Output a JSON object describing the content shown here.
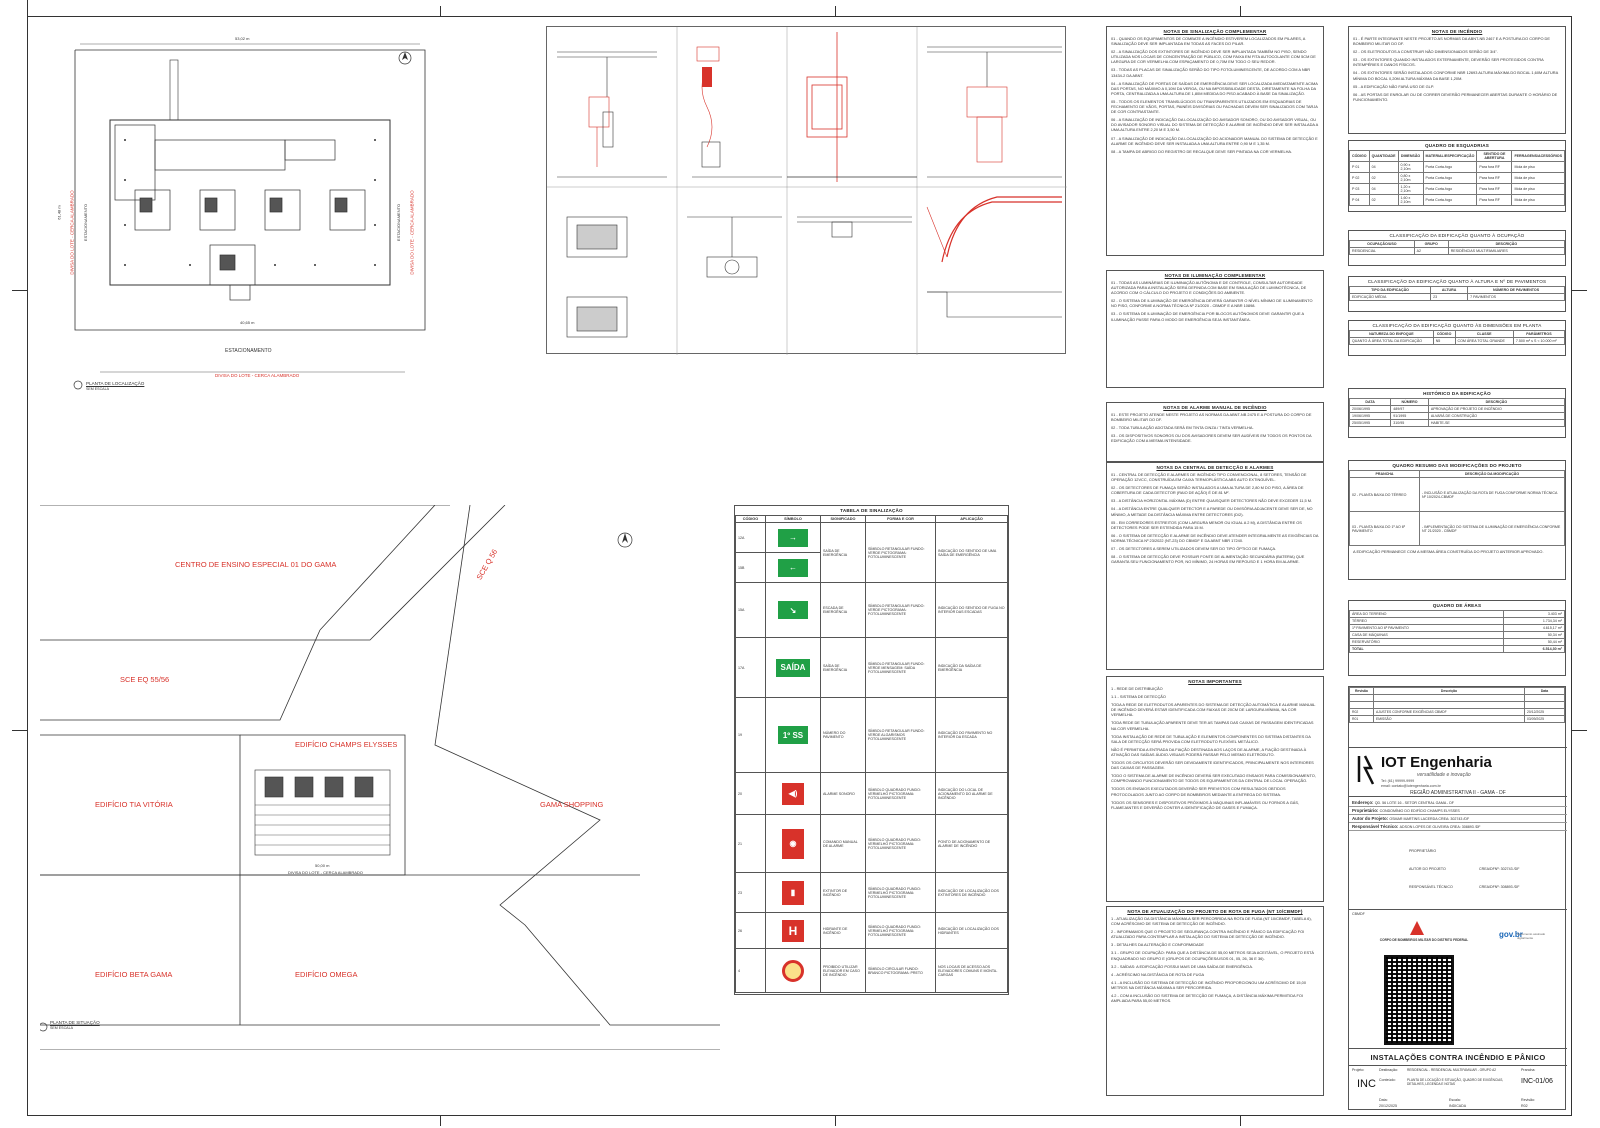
{
  "site_plan": {
    "width_top": "53,02 m",
    "width_bottom": "40,65 m",
    "height": "61,48 m",
    "left_label": "DIVISA DO LOTE - CERCA ALAMBRADO",
    "right_label": "DIVISA DO LOTE - CERCA ALAMBRADO",
    "left_parking": "ESTACIONAMENTO",
    "right_parking": "ESTACIONAMENTO",
    "bottom_parking": "ESTACIONAMENTO",
    "bottom_label": "DIVISA DO LOTE - CERCA ALAMBRADO",
    "caption": "PLANTA DE LOCALIZAÇÃO",
    "caption_scale": "SEM ESCALA"
  },
  "location_plan": {
    "centro": "CENTRO DE ENSINO ESPECIAL 01 DO GAMA",
    "sce_q": "SCE Q 56",
    "sce_eq": "SCE EQ 55/56",
    "champs": "EDIFÍCIO CHAMPS ELYSSES",
    "tia_vitoria": "EDIFÍCIO TIA VITÓRIA",
    "gama_shopping": "GAMA SHOPPING",
    "beta_gama": "EDIFÍCIO BETA GAMA",
    "omega": "EDIFÍCIO OMEGA",
    "dim_bottom": "50,00 m",
    "divisa": "DIVISA DO LOTE - CERCA ALAMBRADO",
    "caption": "PLANTA DE SITUAÇÃO",
    "caption_scale": "SEM ESCALA"
  },
  "signal_table": {
    "title": "TABELA DE SINALIZAÇÃO",
    "headers": [
      "CÓDIGO",
      "SÍMBOLO",
      "SIGNIFICADO",
      "FORMA E COR",
      "APLICAÇÃO"
    ],
    "rows": [
      {
        "code": "12A",
        "symbol": "→",
        "meaning": "SAÍDA DE EMERGÊNCIA",
        "form": "SÍMBOLO RETANGULAR FUNDO: VERDE PICTOGRAMA: FOTOLUMINESCENTE",
        "app": "INDICAÇÃO DO SENTIDO DE UMA SAÍDA DE EMERGÊNCIA"
      },
      {
        "code": "15B",
        "symbol": "←",
        "meaning": "",
        "form": "",
        "app": ""
      },
      {
        "code": "15A",
        "symbol": "↘",
        "meaning": "ESCADA DE EMERGÊNCIA",
        "form": "SÍMBOLO RETANGULAR FUNDO: VERDE PICTOGRAMA: FOTOLUMINESCENTE",
        "app": "INDICAÇÃO DO SENTIDO DE FUGA NO INTERIOR DAS ESCADAS"
      },
      {
        "code": "17A",
        "symbol": "SAÍDA",
        "meaning": "SAÍDA DE EMERGÊNCIA",
        "form": "SÍMBOLO RETANGULAR FUNDO: VERDE MENSAGEM: SAÍDA FOTOLUMINESCENTE",
        "app": "INDICAÇÃO DA SAÍDA DE EMERGÊNCIA"
      },
      {
        "code": "19",
        "symbol": "1º SS",
        "meaning": "NÚMERO DO PAVIMENTO",
        "form": "SÍMBOLO RETANGULAR FUNDO: VERDE ALGARISMOS FOTOLUMINESCENTE",
        "app": "INDICAÇÃO DO PAVIMENTO NO INTERIOR DA ESCADA"
      },
      {
        "code": "20",
        "symbol": "",
        "meaning": "ALARME SONORO",
        "form": "SÍMBOLO QUADRADO FUNDO: VERMELHO PICTOGRAMA: FOTOLUMINESCENTE",
        "app": "INDICAÇÃO DO LOCAL DE ACIONAMENTO DO ALARME DE INCÊNDIO"
      },
      {
        "code": "21",
        "symbol": "",
        "meaning": "COMANDO MANUAL DE ALARME",
        "form": "SÍMBOLO QUADRADO FUNDO: VERMELHO PICTOGRAMA: FOTOLUMINESCENTE",
        "app": "PONTO DE ACIONAMENTO DE ALARME DE INCÊNDIO"
      },
      {
        "code": "23",
        "symbol": "",
        "meaning": "EXTINTOR DE INCÊNDIO",
        "form": "SÍMBOLO QUADRADO FUNDO: VERMELHO PICTOGRAMA: FOTOLUMINESCENTE",
        "app": "INDICAÇÃO DE LOCALIZAÇÃO DOS EXTINTORES DE INCÊNDIO"
      },
      {
        "code": "26",
        "symbol": "H",
        "meaning": "HIDRANTE DE INCÊNDIO",
        "form": "SÍMBOLO QUADRADO FUNDO: VERMELHO PICTOGRAMA: FOTOLUMINESCENTE",
        "app": "INDICAÇÃO DE LOCALIZAÇÃO DOS HIDRANTES"
      },
      {
        "code": "4",
        "symbol": "",
        "meaning": "PROIBIDO UTILIZAR ELEVADOR EM CASO DE INCÊNDIO",
        "form": "SÍMBOLO CIRCULAR FUNDO: BRANCO PICTOGRAMA: PRETO",
        "app": "NOS LOCAIS DE ACESSO AOS ELEVADORES COMUNS E MONTA-CARGAS"
      }
    ]
  },
  "notes_sinalizacao": {
    "title": "NOTAS DE SINALIZAÇÃO COMPLEMENTAR",
    "items": [
      "01 - QUANDO OS EQUIPAMENTOS DE COMBATE A INCÊNDIO ESTIVEREM LOCALIZADOS EM PILARES, A SINALIZAÇÃO DEVE SER IMPLANTADA EM TODAS AS FACES DO PILAR.",
      "02 - A SINALIZAÇÃO DOS EXTINTORES DE INCÊNDIO DEVE SER IMPLANTADA TAMBÉM NO PISO, SENDO UTILIZADA NOS LOCAIS DE CONCENTRAÇÃO DE PÚBLICO, COM FAIXA EM FITA AUTOCOLANTE COM 5CM DE LARGURA DE COR VERMELHA COM ESPAÇAMENTO DE 0,70M EM TODO O SEU REDOR.",
      "03 - TODAS AS PLACAS DE SINALIZAÇÃO SERÃO DO TIPO FOTOLUMINESCENTE, DE ACORDO COM A NBR 13434-2 DA ABNT.",
      "04 - A SINALIZAÇÃO DE PORTAS DE SAÍDAS DE EMERGÊNCIA DEVE SER LOCALIZADA IMEDIATAMENTE ACIMA DAS PORTAS, NO MÁXIMO A 0,10M DA VERGA, OU NA IMPOSSIBILIDADE DESTA, DIRETAMENTE NA FOLHA DA PORTA, CENTRALIZADA A UMA ALTURA DE 1,80M MEDIDA DO PISO ACABADO À BASE DA SINALIZAÇÃO.",
      "05 - TODOS OS ELEMENTOS TRANSLÚCIDOS OU TRANSPARENTES UTILIZADOS EM ESQUADRIAS DE FECHAMENTO DE VÃOS, PORTAS, PAINÉIS DIVISÓRIAS OU FACHADAS DEVEM SER SINALIZADOS COM TARJA DE COR CONTRASTANTE.",
      "06 - A SINALIZAÇÃO DE INDICAÇÃO DA LOCALIZAÇÃO DO AVISADOR SONORO, OU DO AVISADOR VISUAL, OU DO AVISADOR SONORO VISUAL DO SISTEMA DE DETECÇÃO E ALARME DE INCÊNDIO DEVE SER INSTALADA A UMA ALTURA ENTRE 2,20 M E 3,50 M.",
      "07 - A SINALIZAÇÃO DE INDICAÇÃO DA LOCALIZAÇÃO DO ACIONADOR MANUAL DO SISTEMA DE DETECÇÃO E ALARME DE INCÊNDIO DEVE SER INSTALADA A UMA ALTURA ENTRE 0,90 M E 1,35 M.",
      "08 - A TAMPA DE ABRIGO DO REGISTRO DE RECALQUE DEVE SER PINTADA NA COR VERMELHA."
    ]
  },
  "notes_iluminacao": {
    "title": "NOTAS DE ILUMINAÇÃO COMPLEMENTAR",
    "items": [
      "01 - TODAS AS LUMINÁRIAS DE ILUMINAÇÃO AUTÔNOMA E DE CONTROLE, CONSULTAR AUTORIDADE AUTORIZADA PARA A INSTALAÇÃO SERÁ DEFINIDA COM BASE EM SIMULAÇÃO DE LUMINOTÉCNICA, DE ACORDO COM O CÁLCULO DO PROJETO E CONDIÇÕES DO AMBIENTE.",
      "02 - O SISTEMA DE ILUMINAÇÃO DE EMERGÊNCIA DEVERÁ GARANTIR O NÍVEL MÍNIMO DE ILUMINAMENTO NO PISO, CONFORME A NORMA TÉCNICA Nº 21/2020 - CBMDF E A NBR 10898.",
      "03 - O SISTEMA DE ILUMINAÇÃO DE EMERGÊNCIA POR BLOCOS AUTÔNOMOS DEVE GARANTIR QUE A ILUMINAÇÃO PASSE PARA O MODO DE EMERGÊNCIA SEJA INSTANTÂNEA."
    ]
  },
  "notes_alarme": {
    "title": "NOTAS DE ALARME MANUAL DE INCÊNDIO",
    "items": [
      "01 - ESTE PROJETO ATENDE NESTE PROJETO AS NORMAS DA ABNT-NB 2475 E A POSTURA DO CORPO DE BOMBEIRO MILITAR DO DF.",
      "02 - TODA TUBULAÇÃO ADOTADA SERÁ EM TINTA CINZA / TINTA VERMELHA.",
      "03 - OS DISPOSITIVOS SONOROS OU DOS AVISADORES DEVEM SER AUDÍVEIS EM TODOS OS PONTOS DA EDIFICAÇÃO COM A MESMA INTENSIDADE."
    ]
  },
  "notes_central": {
    "title": "NOTAS DA CENTRAL DE DETECÇÃO E ALARMES",
    "items": [
      "01 - CENTRAL DE DETECÇÃO E ALARMES DE INCÊNDIO TIPO CONVENCIONAL, 8 SETORES, TENSÃO DE OPERAÇÃO 12VCC, CONSTRUÍDA EM CAIXA TERMOPLÁSTICA ABS AUTO EXTINGUÍVEL.",
      "02 - OS DETECTORES DE FUMAÇA SERÃO INSTALADOS A UMA ALTURA DE 2,80 M DO PISO, A ÁREA DE COBERTURA DE CADA DETECTOR (RAIO DE AÇÃO) É DE 81 M².",
      "03 - A DISTÂNCIA HORIZONTAL MÁXIMA (D) ENTRE QUAISQUER DETECTORES NÃO DEVE EXCEDER 11,5 M.",
      "04 - A DISTÂNCIA ENTRE QUALQUER DETECTOR E A PAREDE OU DIVISÓRIA ADJACENTE DEVE SER DE, NO MÍNIMO, A METADE DA DISTÂNCIA MÁXIMA ENTRE DETECTORES (D/2).",
      "05 - EM CORREDORES ESTREITOS (COM LARGURA MENOR OU IGUAL A 2 M), A DISTÂNCIA ENTRE OS DETECTORES PODE SER ESTENDIDA PARA 15 M.",
      "06 - O SISTEMA DE DETECÇÃO E ALARME DE INCÊNDIO DEVE ATENDER INTEGRALMENTE AS EXIGÊNCIAS DA NORMA TÉCNICA Nº 23/2022 (NT-23) DO CBMDF E DA ABNT NBR 17240.",
      "07 - OS DETECTORES A SEREM UTILIZADOS DEVEM SER DO TIPO ÓPTICO DE FUMAÇA.",
      "08 - O SISTEMA DE DETECÇÃO DEVE POSSUIR FONTE DE ALIMENTAÇÃO SECUNDÁRIA (BATERIA) QUE GARANTA SEU FUNCIONAMENTO POR, NO MÍNIMO, 24 HORAS EM REPOUSO E 1 HORA EM ALARME."
    ]
  },
  "notes_importantes": {
    "title": "NOTAS IMPORTANTES",
    "items": [
      "1 - REDE DE DISTRIBUIÇÃO",
      "1.1 - SISTEMA DE DETECÇÃO",
      "TODA A REDE DE ELETRODUTOS APARENTES DO SISTEMA DE DETECÇÃO AUTOMÁTICA E ALARME MANUAL DE INCÊNDIO DEVERÁ ESTAR IDENTIFICADA COM FAIXAS DE 20CM DE LARGURA MÍNIMA, NA COR VERMELHA.",
      "TODA REDE DE TUBULAÇÃO APARENTE DEVE TER AS TAMPAS DAS CAIXAS DE PASSAGEM IDENTIFICADAS NA COR VERMELHA.",
      "TODA INSTALAÇÃO DE REDE DE TUBULAÇÃO E ELEMENTOS COMPONENTES DO SISTEMA DISTANTES DA SALA DE DETECÇÃO SERÁ PROVIDA COM ELETRODUTO FLEXÍVEL METÁLICO.",
      "NÃO É PERMITIDA A ENTRADA DA FIAÇÃO DESTINADA AOS LAÇOS DE ALARME, A FIAÇÃO DESTINADA À ATIVAÇÃO DAS SAÍDAS ÁUDIO-VISUAIS PODERÁ PASSAR PELO MESMO ELETRODUTO.",
      "TODOS OS CIRCUITOS DEVERÃO SER DEVIDAMENTE IDENTIFICADOS, PRINCIPALMENTE NOS INTERIORES DAS CAIXAS DE PASSAGEM.",
      "TODO O SISTEMA DE ALARME DE INCÊNDIO DEVERÁ SER EXECUTADO ENSAIOS PARA COMISSIONAMENTO, COMPROVANDO FUNCIONAMENTO DE TODOS OS EQUIPAMENTOS DA CENTRAL DE LOCAL OPERAÇÃO.",
      "TODOS OS ENSAIOS EXECUTADOS DEVERÃO SER PREVISTOS COM RESULTADOS OBTIDOS PROTOCOLADOS JUNTO AO CORPO DE BOMBEIROS MEDIANTE A ENTREGA DO SISTEMA.",
      "TODOS OS SENSORES E DISPOSITIVOS PRÓXIMOS À MÁQUINAS INFLAMÁVEIS OU FORNOS A GÁS, FLAMEJANTES E DEVERÃO CONTER A IDENTIFICAÇÃO DE GASES E FUMAÇA."
    ]
  },
  "notes_rota": {
    "title": "NOTA DE ATUALIZAÇÃO DO PROJETO DE ROTA DE FUGA (NT 10/CBMDF)",
    "items": [
      "1 - ATUALIZAÇÃO DA DISTÂNCIA MÁXIMA A SER PERCORRIDA NA ROTA DE FUGA (NT 10/CBMDF, TABELA 6), COM ACRÉSCIMO DE SISTEMA DE DETECÇÃO DE INCÊNDIO.",
      "2 - INFORMAMOS QUE O PROJETO DE SEGURANÇA CONTRA INCÊNDIO E PÂNICO DA EDIFICAÇÃO FOI ATUALIZADO PARA CONTEMPLAR A INSTALAÇÃO DO SISTEMA DE DETECÇÃO DE INCÊNDIO.",
      "3 - DETALHES DA ALTERAÇÃO E CONFORMIDADE",
      "3.1 - GRUPO DE OCUPAÇÃO: PARA QUE A DISTÂNCIA DE 55,00 METROS SEJA ACEITÁVEL, O PROJETO ESTÁ ENQUADRADO NO GRUPO E (GRUPOS DE OCUPAÇÕES/USOS 01, 05, 26, 36 E 36).",
      "3.2 - SAÍDAS: A EDIFICAÇÃO POSSUI MAIS DE UMA SAÍDA DE EMERGÊNCIA.",
      "4 - ACRÉSCIMO NA DISTÂNCIA DE ROTA DE FUGA",
      "4.1 - A INCLUSÃO DO SISTEMA DE DETECÇÃO DE INCÊNDIO PROPORCIONOU UM ACRÉSCIMO DE 15,00 METROS NA DISTÂNCIA MÁXIMA A SER PERCORRIDA.",
      "4.2 - COM A INCLUSÃO DO SISTEMA DE DETECÇÃO DE FUMAÇA, A DISTÂNCIA MÁXIMA PERMITIDA FOI AMPLIADA PARA 55,00 METROS."
    ]
  },
  "notes_incendio": {
    "title": "NOTAS DE INCÊNDIO",
    "items": [
      "01 - É PARTE INTEGRANTE NESTE PROJETO AS NORMAS DA ABNT-NB 2467 E A POSTURA DO CORPO DE BOMBEIRO MILITAR DO DF.",
      "02 - OS ELETRODUTOS A CONSTRUIR NÃO DIMENSIONADOS SERÃO DE 3/4\".",
      "03 - OS EXTINTORES QUANDO INSTALADOS EXTERNAMENTE, DEVERÃO SER PROTEGIDOS CONTRA INTEMPÉRIES E DANOS FÍSICOS.",
      "04 - OS EXTINTORES SERÃO INSTALADOS CONFORME NBR 12693 ALTURA MÁXIMA DO BOCAL 1,60M ALTURA MÍNIMA DO BOCAL 0,20M ALTURA MÁXIMA DA BASE 1,20M.",
      "05 - A EDIFICAÇÃO NÃO FARÁ USO DE GLP.",
      "06 - AS PORTAS DE ENROLAR OU DE CORRER DEVERÃO PERMANECER ABERTAS DURANTE O HORÁRIO DE FUNCIONAMENTO."
    ]
  },
  "esquadrias": {
    "title": "QUADRO DE ESQUADRIAS",
    "headers": [
      "CÓDIGO",
      "QUANTIDADE",
      "DIMENSÃO",
      "MATERIAL/ESPECIFICAÇÃO",
      "SENTIDO DE ABERTURA",
      "FERRAGENS/ACESSÓRIOS"
    ],
    "rows": [
      [
        "P 01",
        "04",
        "0,90 x 2,10m",
        "Porta Corta-fogo",
        "Para fora RF",
        "Mola de piso"
      ],
      [
        "P 02",
        "02",
        "0,80 x 2,10m",
        "Porta Corta-fogo",
        "Para fora RF",
        "Mola de piso"
      ],
      [
        "P 03",
        "04",
        "1,20 x 2,10m",
        "Porta Corta-fogo",
        "Para fora RF",
        "Mola de piso"
      ],
      [
        "P 04",
        "02",
        "1,60 x 2,10m",
        "Porta Corta-fogo",
        "Para fora RF",
        "Mola de piso"
      ]
    ]
  },
  "ocupacao": {
    "title": "CLASSIFICAÇÃO DA EDIFICAÇÃO QUANTO À OCUPAÇÃO",
    "headers": [
      "OCUPAÇÃO/USO",
      "GRUPO",
      "DESCRIÇÃO"
    ],
    "row": [
      "RESIDENCIAL",
      "A2",
      "RESIDÊNCIAS MULTIFAMILIARES"
    ]
  },
  "altura": {
    "title": "CLASSIFICAÇÃO DA EDIFICAÇÃO QUANTO À ALTURA E Nº DE PAVIMENTOS",
    "headers": [
      "TIPO DA EDIFICAÇÃO",
      "ALTURA",
      "NÚMERO DE PAVIMENTOS"
    ],
    "row": [
      "EDIFICAÇÃO MÉDIA",
      "23",
      "7 PAVIMENTOS"
    ]
  },
  "dimensoes": {
    "title": "CLASSIFICAÇÃO DA EDIFICAÇÃO QUANTO ÀS DIMENSÕES EM PLANTA",
    "headers": [
      "NATUREZA DO ENFOQUE",
      "CÓDIGO",
      "CLASSE",
      "PARÂMETROS"
    ],
    "row": [
      "QUANTO À ÁREA TOTAL DA EDIFICAÇÃO",
      "N5",
      "COM ÁREA TOTAL GRANDE",
      "7.500 m² ≤ S < 10.000 m²"
    ]
  },
  "historico": {
    "title": "HISTÓRICO DA EDIFICAÇÃO",
    "headers": [
      "DATA",
      "NÚMERO",
      "DESCRIÇÃO"
    ],
    "rows": [
      [
        "20/06/1995",
        "489/97",
        "APROVAÇÃO DE PROJETO DE INCÊNDIO"
      ],
      [
        "19/06/1995",
        "91/1995",
        "ALVARÁ DE CONSTRUÇÃO"
      ],
      [
        "25/05/1995",
        "310/95",
        "HABITE-SE"
      ]
    ]
  },
  "modificacoes": {
    "title": "QUADRO RESUMO DAS MODIFICAÇÕES DO PROJETO",
    "headers": [
      "PRANCHA",
      "DESCRIÇÃO DA MODIFICAÇÃO"
    ],
    "rows": [
      [
        "02 - PLANTA BAIXA DO TÉRREO",
        "- INCLUSÃO E ATUALIZAÇÃO DA ROTA DE FUGA CONFORME NORMA TÉCNICA Nº 10/2024-CBMDF"
      ],
      [
        "03 - PLANTA BAIXA DO 1º AO 6º PAVIMENTO",
        "- IMPLEMENTAÇÃO DO SISTEMA DE ILUMINAÇÃO DE EMERGÊNCIA CONFORME NT 21/2020 - CBMDF"
      ]
    ],
    "footnote": "A EDIFICAÇÃO PERMANECE COM A MESMA ÁREA CONSTRUÍDA DO PROJETO ANTERIOR APROVADO."
  },
  "areas": {
    "title": "QUADRO DE ÁREAS",
    "rows": [
      [
        "ÁREA DO TERRENO",
        "3.403 m²"
      ],
      [
        "TÉRREO",
        "1.734,34 m²"
      ],
      [
        "1º PAVIMENTO AO 6º PAVIMENTO",
        "4.615,17 m²"
      ],
      [
        "CASA DE MÁQUINAS",
        "50,34 m²"
      ],
      [
        "RESERVATÓRIO",
        "50,44 m²"
      ],
      [
        "TOTAL",
        "6.514,30 m²"
      ]
    ]
  },
  "revisoes": {
    "headers": [
      "Revisão",
      "Descrição",
      "Data"
    ],
    "rows": [
      [
        "R02",
        "AJUSTES CONFORME EXIGÊNCIAS CBMDF",
        "20/12/2025"
      ],
      [
        "R01",
        "EMISSÃO",
        "03/09/2025"
      ]
    ]
  },
  "company": {
    "name": "IOT Engenharia",
    "slogan": "versatilidade e inovação",
    "phone": "Tel: (61) 99999-9999",
    "email": "email: contato@iotengenharia.com.br",
    "region": "REGIÃO ADMINISTRATIVA II - GAMA - DF"
  },
  "title_block": {
    "endereco_label": "Endereço:",
    "endereco": "QD. 56 LOTE 16 - SETOR CENTRAL GAMA - DF",
    "proprietario_label": "Proprietário:",
    "proprietario": "CONDOMÍNIO DO EDIFÍCIO CHAMPS ELYSSES",
    "autor_label": "Autor do Projeto:",
    "autor": "OSMAR MARTINS LACERDA CREA: 302743 /DF",
    "resp_label": "Responsável Técnico:",
    "resp": "ADSON LOPES DE OLIVEIRA CREA: 308893 /DF",
    "sig_proprietario": "PROPRIETÁRIO",
    "sig_autor": "AUTOR DO PROJETO",
    "sig_autor_crea": "CREA/DFNº: 302743 /DF",
    "sig_resp": "RESPONSÁVEL TÉCNICO",
    "sig_resp_crea": "CREA/DFNº: 308893 /DF",
    "cbmdf_label": "CBMDF",
    "cbmdf_text": "CORPO DE BOMBEIROS MILITAR DO DISTRITO FEDERAL",
    "gov_text": "Documento assinado digitalmente",
    "sheet_title": "INSTALAÇÕES CONTRA INCÊNDIO E PÂNICO",
    "projeto_label": "Projeto:",
    "projeto": "INC",
    "destinacao_label": "Destinação:",
    "destinacao": "RESIDENCIAL - RESIDENCIAL MULTIFAMILIAR - GRUPO A2",
    "conteudo_label": "Conteúdo:",
    "conteudo": "PLANTA DE LOCAÇÃO E SITUAÇÃO, QUADRO DE EXIGÊNCIAS, DETALHES, LEGENDA E NOTAS",
    "prancha_label": "Prancha:",
    "prancha": "INC-01/06",
    "data_label": "Data:",
    "data": "20/12/2025",
    "escala_label": "Escala:",
    "escala": "INDICADA",
    "revisao_label": "Revisão:",
    "revisao": "R02"
  }
}
